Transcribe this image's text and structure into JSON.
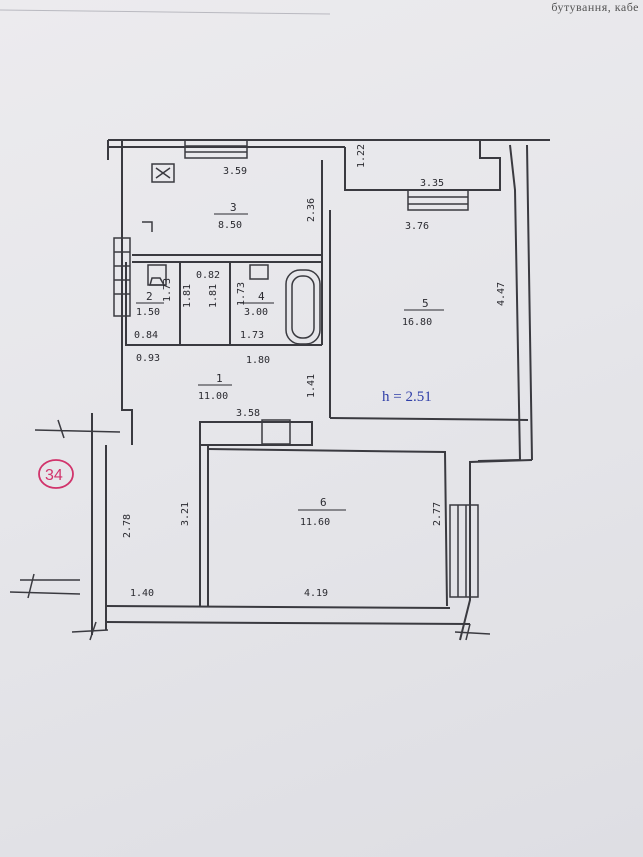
{
  "header_text": "бутування, кабе",
  "height_label": "h = 2.51",
  "stamp_number": "34",
  "rooms": [
    {
      "number": "3",
      "area": "8.50"
    },
    {
      "number": "2",
      "area": "1.50"
    },
    {
      "number": "4",
      "area": "3.00"
    },
    {
      "number": "5",
      "area": "16.80"
    },
    {
      "number": "1",
      "area": "11.00"
    },
    {
      "number": "6",
      "area": "11.60"
    }
  ],
  "dimensions": {
    "d359": "3.59",
    "d122": "1.22",
    "d335": "3.35",
    "d376": "3.76",
    "d236": "2.36",
    "d082": "0.82",
    "d173a": "1.73",
    "d181a": "1.81",
    "d181b": "1.81",
    "d173b": "1.73",
    "d447": "4.47",
    "d084": "0.84",
    "d173c": "1.73",
    "d093": "0.93",
    "d180": "1.80",
    "d141": "1.41",
    "d358": "3.58",
    "d321": "3.21",
    "d278": "2.78",
    "d277": "2.77",
    "d140": "1.40",
    "d419": "4.19"
  }
}
